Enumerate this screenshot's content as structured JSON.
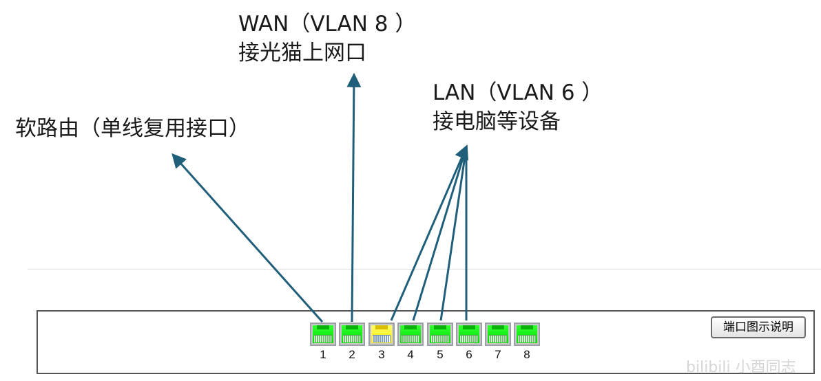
{
  "annotations": {
    "wan_line1": "WAN（VLAN 8 ）",
    "wan_line2": "接光猫上网口",
    "lan_line1": "LAN（VLAN 6 ）",
    "lan_line2": "接电脑等设备",
    "soft_router": "软路由（单线复用接口）"
  },
  "ports": [
    {
      "label": "1",
      "state": "green"
    },
    {
      "label": "2",
      "state": "green"
    },
    {
      "label": "3",
      "state": "yellow"
    },
    {
      "label": "4",
      "state": "green"
    },
    {
      "label": "5",
      "state": "green"
    },
    {
      "label": "6",
      "state": "green"
    },
    {
      "label": "7",
      "state": "green"
    },
    {
      "label": "8",
      "state": "green"
    }
  ],
  "legend_button": "端口图示说明",
  "watermark": "bilibili 小酉同志",
  "colors": {
    "arrow": "#1f5f7a",
    "port_active": "#22ee22",
    "port_selected": "#ffee00"
  }
}
